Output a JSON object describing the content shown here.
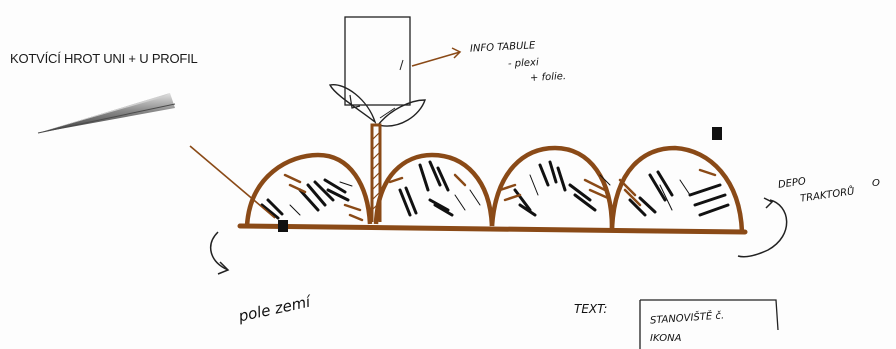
{
  "sketch": {
    "title": "KOTVÍCÍ HROT UNI + U PROFIL",
    "notes": {
      "info_tabule": "INFO TABULE",
      "plexi": "- plexi",
      "folie": "+ folie.",
      "depo": "DEPO",
      "traktor": "TRAKTORŮ",
      "o": "O",
      "pole": "pole zemí",
      "text_label": "TEXT:",
      "stanoviste": "STANOVIŠTĚ č.",
      "ikona": "IKONA"
    },
    "colors": {
      "ink": "#111111",
      "brown": "#8a4a17"
    }
  }
}
